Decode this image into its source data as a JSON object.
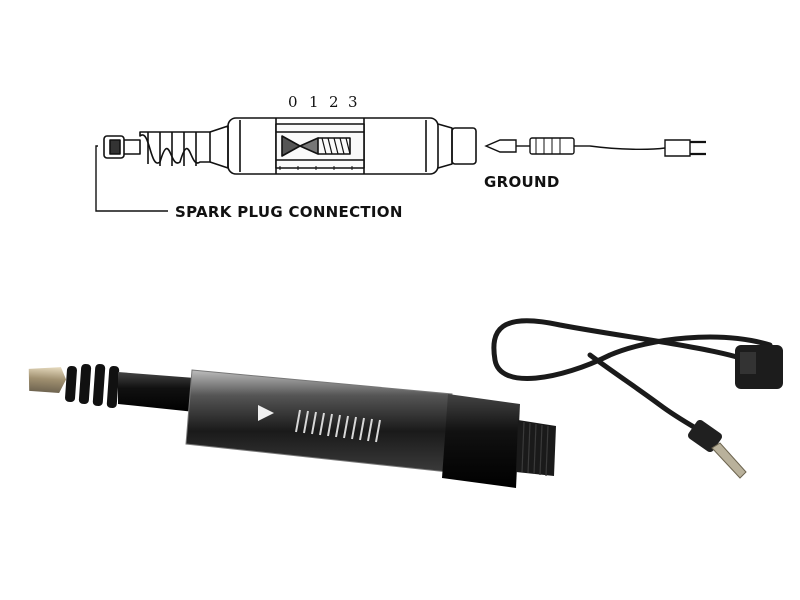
{
  "diagram": {
    "scale_digits": [
      "0",
      "1",
      "2",
      "3"
    ],
    "ground_label": "GROUND",
    "spark_plug_label": "SPARK PLUG CONNECTION"
  }
}
